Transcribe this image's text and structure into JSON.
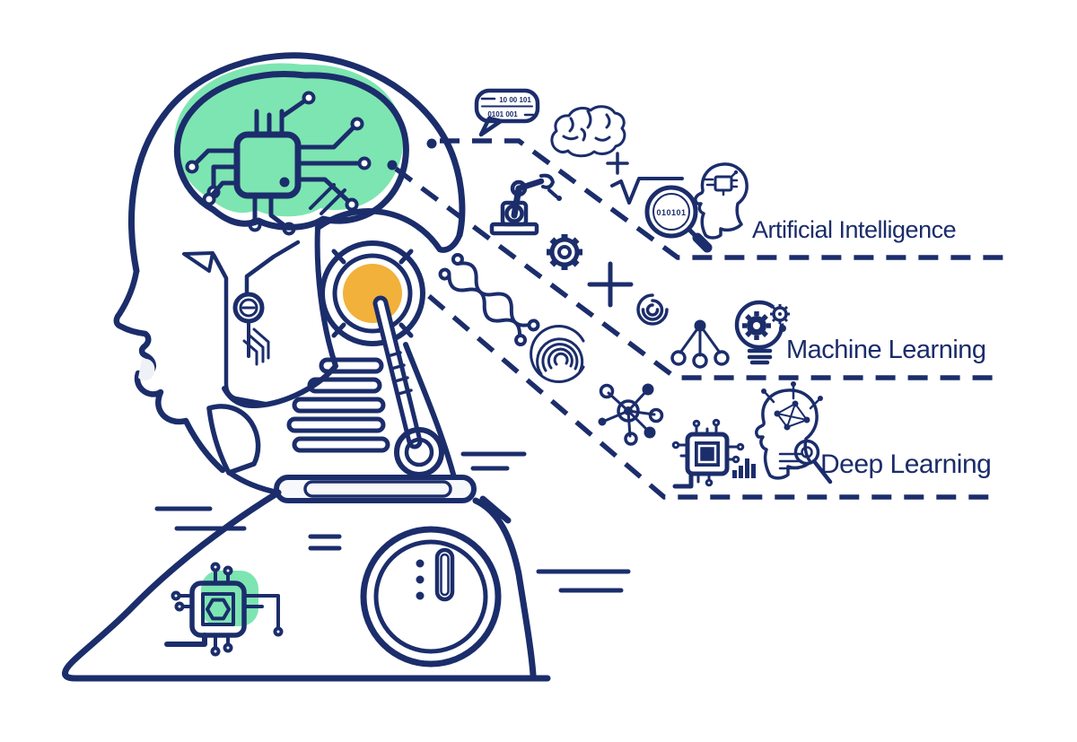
{
  "illustration": {
    "title": "AI robot concept illustration",
    "background": "#ffffff"
  },
  "colors": {
    "navy": "#1b2d6b",
    "mint": "#7de5b1",
    "orange": "#f2b13a",
    "pink": "#f3295b",
    "panel_gray": "#eef1f6"
  },
  "speech_bubble": {
    "line1": "10 00 101",
    "line2": "0101 001"
  },
  "magnifier_text": "010101",
  "sections": [
    {
      "id": "artificial-intelligence",
      "label": "Artificial Intelligence",
      "icons": [
        "binary-magnifier-icon",
        "head-chip-icon"
      ]
    },
    {
      "id": "machine-learning",
      "label": "Machine Learning",
      "icons": [
        "tree-diagram-icon",
        "lightbulb-gears-icon"
      ]
    },
    {
      "id": "deep-learning",
      "label": "Deep Learning",
      "icons": [
        "network-hub-icon",
        "microchip-icon",
        "bar-chart-icon",
        "head-neural-icon"
      ]
    }
  ],
  "floating_icons": [
    "speech-bubble-binary-icon",
    "brain-icon",
    "robot-arm-icon",
    "gear-icon",
    "plus-small-icon",
    "square-root-icon",
    "dna-icon",
    "fingerprint-icon",
    "spiral-icon",
    "plus-large-icon"
  ]
}
